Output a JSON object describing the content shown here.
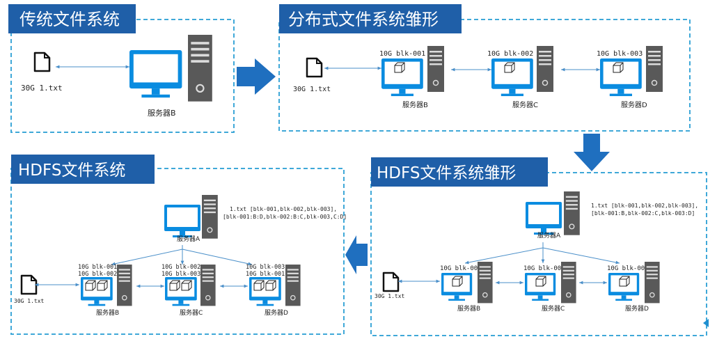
{
  "panels": {
    "traditional": {
      "title": "传统文件系统",
      "file_label": "30G 1.txt",
      "server_label": "服务器B"
    },
    "distributed_prototype": {
      "title": "分布式文件系统雏形",
      "file_label": "30G 1.txt",
      "servers": [
        {
          "label": "服务器B",
          "block": "10G blk-001"
        },
        {
          "label": "服务器C",
          "block": "10G blk-002"
        },
        {
          "label": "服务器D",
          "block": "10G blk-003"
        }
      ]
    },
    "hdfs_prototype": {
      "title": "HDFS文件系统雏形",
      "file_label": "30G 1.txt",
      "namenode_label": "服务器A",
      "meta_line1": "1.txt [blk-001,blk-002,blk-003],",
      "meta_line2": "[blk-001:B,blk-002:C,blk-003:D]",
      "servers": [
        {
          "label": "服务器B",
          "block": "10G blk-001"
        },
        {
          "label": "服务器C",
          "block": "10G blk-002"
        },
        {
          "label": "服务器D",
          "block": "10G blk-003"
        }
      ]
    },
    "hdfs": {
      "title": "HDFS文件系统",
      "file_label": "30G 1.txt",
      "namenode_label": "服务器A",
      "meta_line1": "1.txt [blk-001,blk-002,blk-003],",
      "meta_line2": "[blk-001:B:D,blk-002:B:C,blk-003,C:D]",
      "servers": [
        {
          "label": "服务器B",
          "blocks": [
            "10G blk-001",
            "10G blk-002"
          ]
        },
        {
          "label": "服务器C",
          "blocks": [
            "10G blk-002",
            "10G blk-003"
          ]
        },
        {
          "label": "服务器D",
          "blocks": [
            "10G blk-003",
            "10G blk-001"
          ]
        }
      ]
    }
  },
  "colors": {
    "title_bg": "#1f5fa8",
    "title_text": "#ffffff",
    "border": "#3fa8d8",
    "arrow": "#1f6fbf",
    "monitor": "#0a8ce0",
    "tower": "#595959",
    "connector": "#4a8fc9",
    "text": "#222222"
  }
}
